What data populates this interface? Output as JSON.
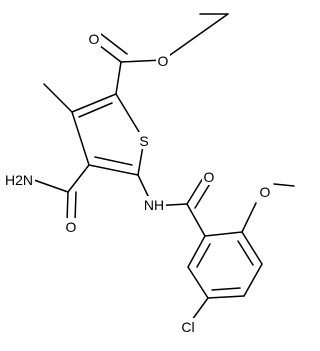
{
  "diagram": {
    "type": "chemical-structure",
    "atoms": {
      "ester_carbonyl_o": "O",
      "ester_ether_o": "O",
      "ring_sulfur": "S",
      "amide_nh2": "H2N",
      "amide_o": "O",
      "amide_nh": "NH",
      "benzamide_o": "O",
      "methoxy_o": "O",
      "chloro": "Cl"
    }
  }
}
